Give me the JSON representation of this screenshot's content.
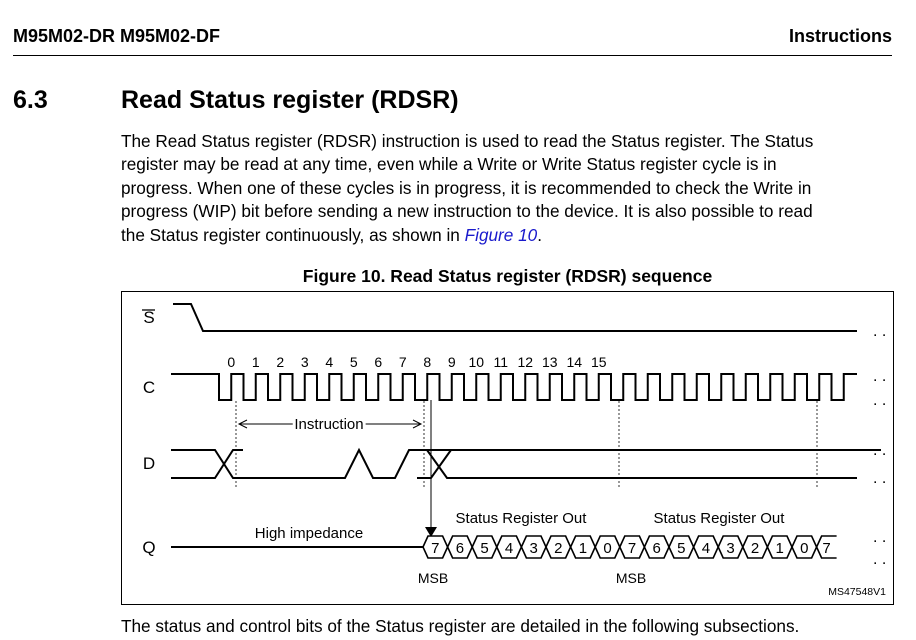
{
  "header": {
    "left": "M95M02-DR M95M02-DF",
    "right": "Instructions"
  },
  "section": {
    "number": "6.3",
    "title": "Read Status register (RDSR)"
  },
  "body": {
    "lines": [
      "The Read Status register (RDSR) instruction is used to read the Status register. The Status",
      "register may be read at any time, even while a Write or Write Status register cycle is in",
      "progress. When one of these cycles is in progress, it is recommended to check the Write in",
      "progress (WIP) bit before sending a new instruction to the device. It is also possible to read"
    ],
    "last_line_before": "the Status register continuously, as shown in ",
    "figure_ref": "Figure 10",
    "last_line_after": "."
  },
  "figure": {
    "caption": "Figure 10. Read Status register (RDSR) sequence",
    "signals": [
      "S",
      "C",
      "D",
      "Q"
    ],
    "clock_numbers": [
      "0",
      "1",
      "2",
      "3",
      "4",
      "5",
      "6",
      "7",
      "8",
      "9",
      "10",
      "11",
      "12",
      "13",
      "14",
      "15"
    ],
    "instruction_label": "Instruction",
    "high_impedance_label": "High impedance",
    "status_out_label": "Status Register Out",
    "bits": [
      "7",
      "6",
      "5",
      "4",
      "3",
      "2",
      "1",
      "0"
    ],
    "msb_label": "MSB",
    "figure_id": "MS47548V1"
  },
  "footer_text": "The status and control bits of the Status register are detailed in the following subsections."
}
